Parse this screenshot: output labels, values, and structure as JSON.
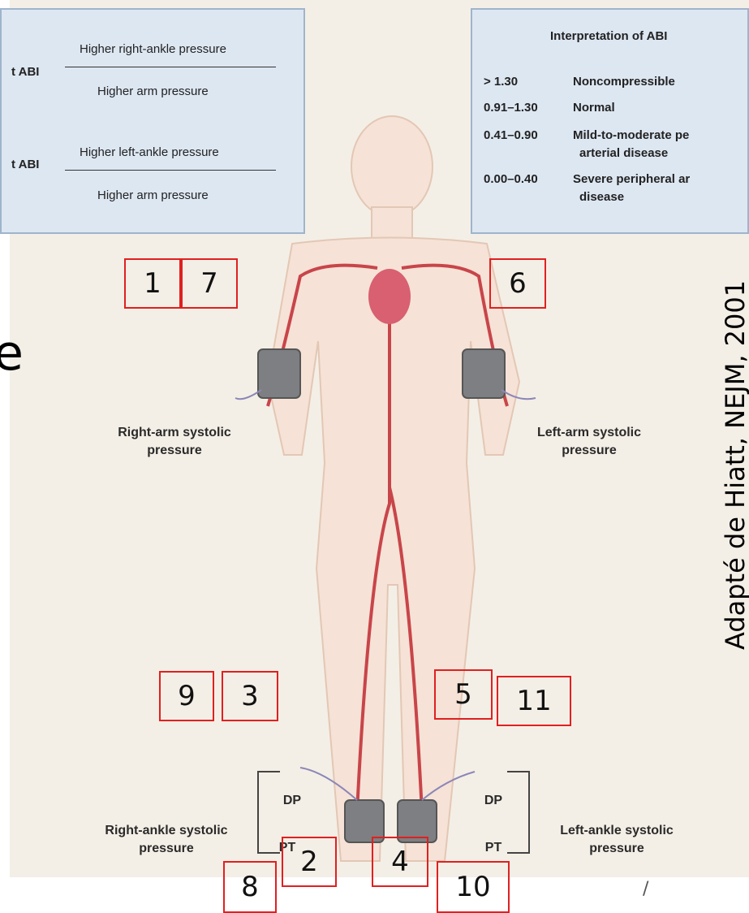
{
  "formula_box": {
    "right_prefix": "t ABI",
    "right_numerator": "Higher right-ankle pressure",
    "right_denominator": "Higher arm pressure",
    "left_prefix": "t ABI",
    "left_numerator": "Higher left-ankle pressure",
    "left_denominator": "Higher arm pressure"
  },
  "interpretation_box": {
    "title": "Interpretation of ABI",
    "rows": [
      {
        "range": "> 1.30",
        "meaning": "Noncompressible",
        "meaning2": ""
      },
      {
        "range": "0.91–1.30",
        "meaning": "Normal",
        "meaning2": ""
      },
      {
        "range": "0.41–0.90",
        "meaning": "Mild-to-moderate pe",
        "meaning2": "arterial disease"
      },
      {
        "range": "0.00–0.40",
        "meaning": "Severe peripheral ar",
        "meaning2": "disease"
      }
    ]
  },
  "labels": {
    "right_arm": "Right-arm systolic pressure",
    "left_arm": "Left-arm systolic pressure",
    "right_ankle": "Right-ankle systolic pressure",
    "left_ankle": "Left-ankle systolic pressure",
    "dp_right": "DP",
    "pt_right": "PT",
    "dp_left": "DP",
    "pt_left": "PT"
  },
  "markers": [
    "1",
    "7",
    "6",
    "9",
    "3",
    "5",
    "11",
    "2",
    "4",
    "8",
    "10"
  ],
  "partial_text": "e",
  "credit": "Adapté de Hiatt, NEJM, 2001",
  "slash": "/",
  "colors": {
    "box_fill": "#dde7f2",
    "marker_border": "#e02020",
    "artery": "#c8454a",
    "skin": "#f6e2d6",
    "cuff": "#7d7f82"
  }
}
